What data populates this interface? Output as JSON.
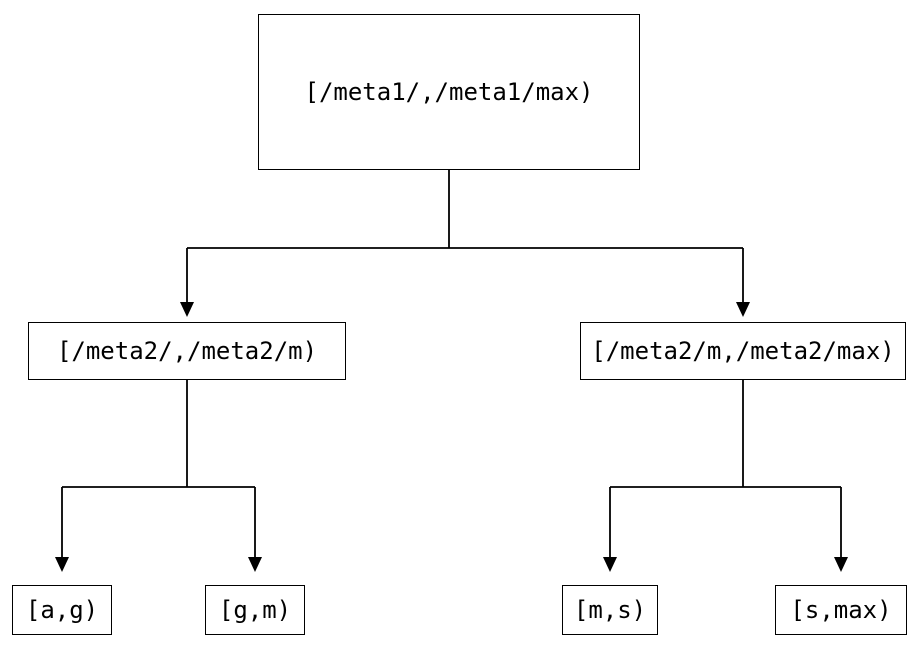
{
  "diagram": {
    "root": {
      "label": "[/meta1/,/meta1/max)"
    },
    "level2": [
      {
        "label": "[/meta2/,/meta2/m)"
      },
      {
        "label": "[/meta2/m,/meta2/max)"
      }
    ],
    "leaves": [
      {
        "label": "[a,g)"
      },
      {
        "label": "[g,m)"
      },
      {
        "label": "[m,s)"
      },
      {
        "label": "[s,max)"
      }
    ]
  }
}
